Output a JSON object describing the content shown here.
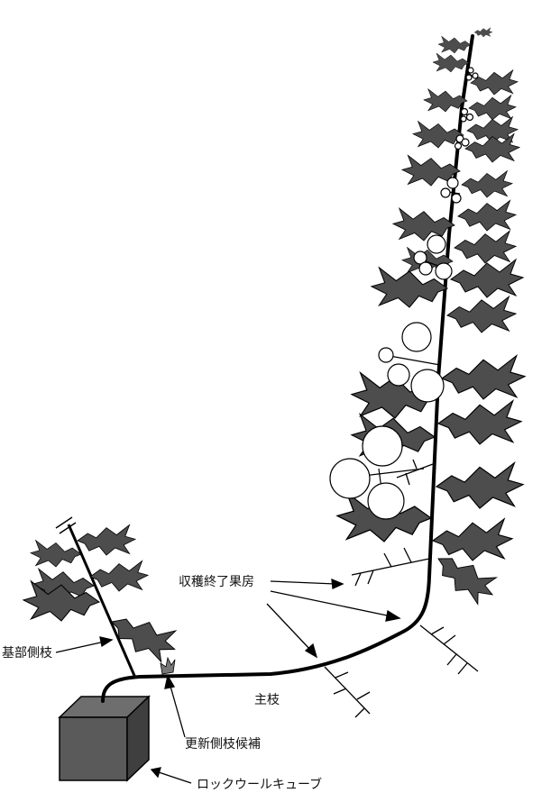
{
  "labels": {
    "harvest_finished_truss": "収穫終了果房",
    "basal_side_shoot": "基部側枝",
    "main_stem": "主枝",
    "renewal_side_shoot_candidate": "更新側枝候補",
    "rockwool_cube": "ロックウールキューブ"
  },
  "colors": {
    "leaf_fill": "#4d4d4d",
    "cube_front": "#5a5a5a",
    "cube_top": "#6e6e6e",
    "cube_side": "#3f3f3f",
    "line": "#000000"
  }
}
